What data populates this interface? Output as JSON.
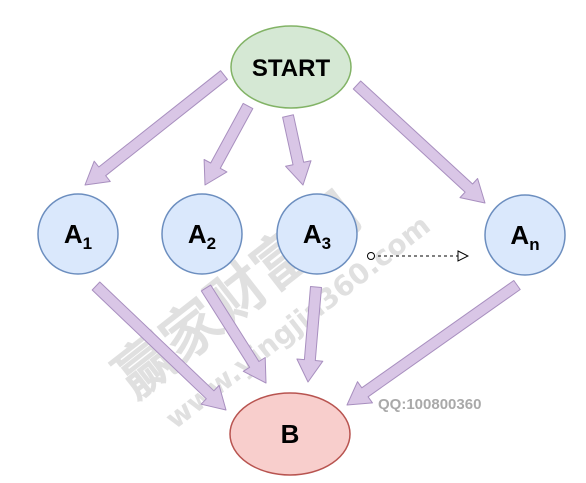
{
  "nodes": {
    "start": {
      "label": "START",
      "fill": "#d5e8d4",
      "stroke": "#82b366"
    },
    "a1": {
      "base": "A",
      "sub": "1",
      "fill": "#dae8fc",
      "stroke": "#6c8ebf"
    },
    "a2": {
      "base": "A",
      "sub": "2",
      "fill": "#dae8fc",
      "stroke": "#6c8ebf"
    },
    "a3": {
      "base": "A",
      "sub": "3",
      "fill": "#dae8fc",
      "stroke": "#6c8ebf"
    },
    "an": {
      "base": "A",
      "sub": "n",
      "fill": "#dae8fc",
      "stroke": "#6c8ebf"
    },
    "b": {
      "label": "B",
      "fill": "#f8cecc",
      "stroke": "#b85450"
    }
  },
  "edges": [
    {
      "from": "start",
      "to": "a1"
    },
    {
      "from": "start",
      "to": "a2"
    },
    {
      "from": "start",
      "to": "a3"
    },
    {
      "from": "start",
      "to": "an"
    },
    {
      "from": "a1",
      "to": "b"
    },
    {
      "from": "a2",
      "to": "b"
    },
    {
      "from": "a3",
      "to": "b"
    },
    {
      "from": "an",
      "to": "b"
    },
    {
      "from": "a3",
      "to": "an",
      "style": "dotted"
    }
  ],
  "arrow_color": "#d9c6e6",
  "arrow_stroke": "#a88fbf",
  "watermark": {
    "cn": "赢家财富网",
    "url": "www.yingjia360.com",
    "qq": "QQ:100800360"
  }
}
